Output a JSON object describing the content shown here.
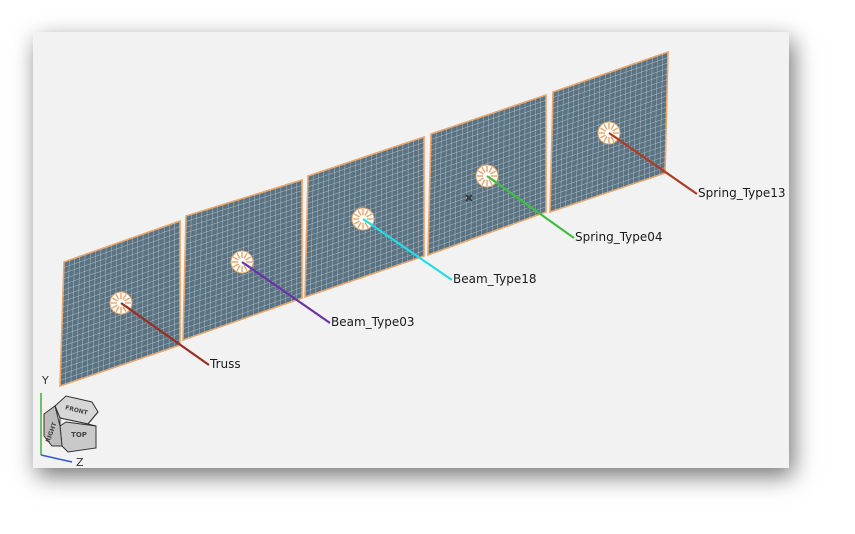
{
  "scene": {
    "callouts": [
      {
        "label": "Truss",
        "color": "#9b2d22"
      },
      {
        "label": "Beam_Type03",
        "color": "#6a33a8"
      },
      {
        "label": "Beam_Type18",
        "color": "#22dde6"
      },
      {
        "label": "Spring_Type04",
        "color": "#3fbf3f"
      },
      {
        "label": "Spring_Type13",
        "color": "#b13a22"
      }
    ],
    "panel_fill": "#5a7383",
    "panel_edge": "#e8a56a",
    "mesh_line": "#d6dde2",
    "hole_fill": "#ffffff"
  },
  "view_cube": {
    "faces": {
      "top": "TOP",
      "front": "FRONT",
      "right": "RIGHT"
    },
    "axes": {
      "y": "Y",
      "z": "Z"
    },
    "axis_colors": {
      "y": "#3cb043",
      "z": "#3355dd"
    }
  }
}
